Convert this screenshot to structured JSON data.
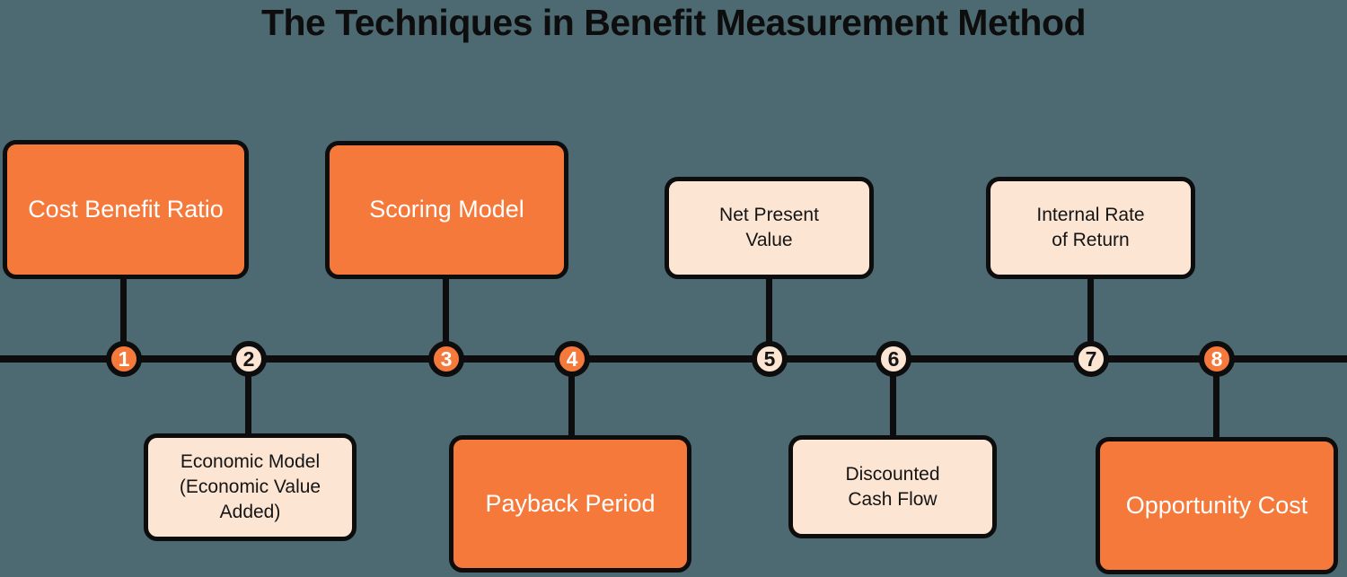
{
  "title": "The Techniques in Benefit Measurement Method",
  "colors": {
    "orange": "#F5793B",
    "peach": "#FCE5D2",
    "background": "#4D6A72",
    "line_black": "#0D0D0D",
    "text_on_orange": "#FFFFFF",
    "text_on_peach": "#151515"
  },
  "items": [
    {
      "number": "1",
      "label": "Cost Benefit Ratio",
      "variant": "orange",
      "side": "above"
    },
    {
      "number": "2",
      "label": "Economic Model\n(Economic Value\nAdded)",
      "variant": "peach",
      "side": "below"
    },
    {
      "number": "3",
      "label": "Scoring Model",
      "variant": "orange",
      "side": "above"
    },
    {
      "number": "4",
      "label": "Payback Period",
      "variant": "orange",
      "side": "below"
    },
    {
      "number": "5",
      "label": "Net Present\nValue",
      "variant": "peach",
      "side": "above"
    },
    {
      "number": "6",
      "label": "Discounted\nCash Flow",
      "variant": "peach",
      "side": "below"
    },
    {
      "number": "7",
      "label": "Internal Rate\nof Return",
      "variant": "peach",
      "side": "above"
    },
    {
      "number": "8",
      "label": "Opportunity Cost",
      "variant": "orange",
      "side": "below"
    }
  ]
}
